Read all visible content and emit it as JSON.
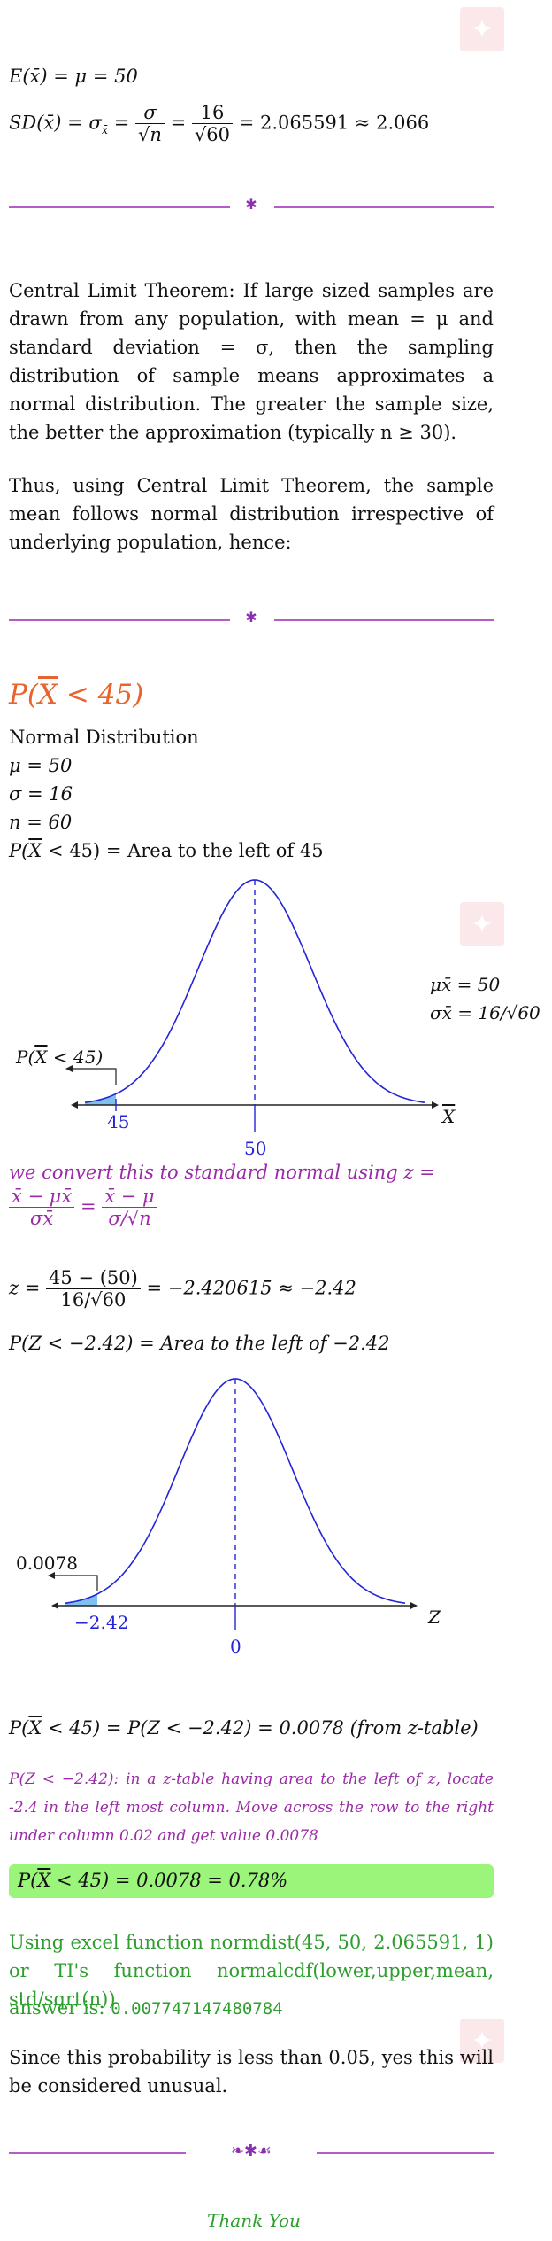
{
  "section_se": {
    "ex_line": "E(x̄) = μ = 50",
    "sd_lhs": "SD(x̄) = σ",
    "sd_sub": "x̄",
    "sd_sigma": "σ",
    "sd_sqrt_n": "√n",
    "sd_num": "16",
    "sd_sqrt_60": "√60",
    "sd_rhs": "= 2.065591 ≈ 2.066"
  },
  "clt": {
    "paragraph": "Central Limit Theorem: If large sized samples are drawn from any population, with mean = μ and standard deviation = σ, then the sampling distribution of sample means approximates a normal distribution. The greater the sample size, the better the approximation (typically n ≥ 30).",
    "thus": "Thus, using Central Limit Theorem, the sample mean follows normal distribution irrespective of underlying population, hence:"
  },
  "problem": {
    "heading_pre": "P(",
    "heading_x": "X",
    "heading_post": " < 45)",
    "dist_name": "Normal Distribution",
    "mu": "μ = 50",
    "sigma": "σ = 16",
    "n": "n = 60",
    "area_pre": "P(",
    "area_x": "X",
    "area_post": " < 45) = Area to the left of 45"
  },
  "curve1": {
    "left_label_pre": "P(",
    "left_label_x": "X",
    "left_label_post": " < 45)",
    "tick_45": "45",
    "tick_50": "50",
    "axis_label": "X",
    "mu_label": "μx̄ = 50",
    "sigma_label": "σx̄ = 16/√60",
    "color": "#2424d8"
  },
  "convert": {
    "text": "we convert this to standard normal using z =",
    "f1_num": "x̄ − μx̄",
    "f1_den": "σx̄",
    "eq": "=",
    "f2_num": "x̄ − μ",
    "f2_den": "σ/√n",
    "color": "#9b2aa8"
  },
  "z_calc": {
    "lhs": "z =",
    "num": "45 − (50)",
    "den": "16/√60",
    "rhs": "= −2.420615 ≈ −2.42"
  },
  "z_area": "P(Z < −2.42) = Area to the left of −2.42",
  "curve2": {
    "left_label": "0.0078",
    "tick_left": "−2.42",
    "tick_zero": "0",
    "axis_label": "Z"
  },
  "result_line": {
    "pre": "P(",
    "x": "X",
    "post": " < 45) = P(Z < −2.42) = 0.0078 (from z-table)"
  },
  "note": "P(Z < −2.42): in a z-table having area to the left of z, locate -2.4 in the left most column. Move across the row to the right under column 0.02 and get value 0.0078",
  "answer_box": {
    "pre": "P(",
    "x": "X",
    "post": " < 45) = 0.0078 = 0.78%",
    "bg": "#9af57a"
  },
  "excel": {
    "text": "Using excel function normdist(45, 50, 2.065591, 1) or TI's function normalcdf(lower,upper,mean, std/sqrt(n))",
    "answer_label": "answer is:",
    "answer_value": "0.007747147480784",
    "color": "#2e9e2e"
  },
  "conclusion": "Since this probability is less than 0.05, yes this will be considered unusual.",
  "footer": {
    "thanks": "Thank You"
  },
  "icons": {
    "watermark": "star-watermark-icon",
    "ornament": "fleuron-ornament-icon"
  }
}
